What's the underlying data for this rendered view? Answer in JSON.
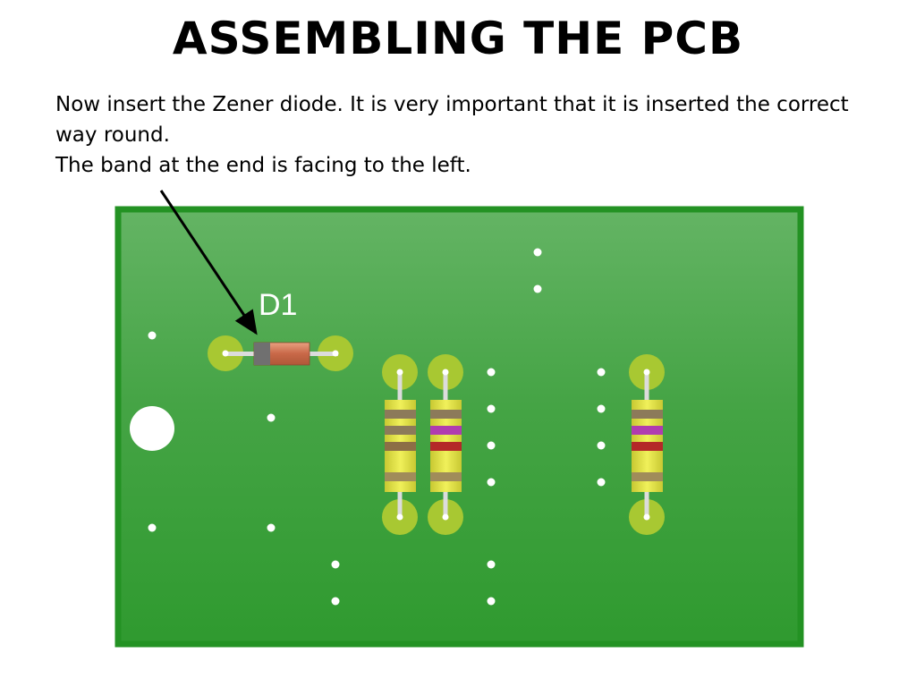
{
  "slide": {
    "title": "ASSEMBLING THE PCB",
    "instructions": [
      "Now insert the Zener diode. It is very important that it is inserted the correct way round.",
      "The band at the end is facing to the left."
    ]
  },
  "board": {
    "component_label": "D1",
    "colors": {
      "board_green": "#3aa83a",
      "board_border": "#1f8f1f",
      "pad_yellow_green": "#a8c832",
      "resistor_body": "#e6e642",
      "diode_body": "#d2785a",
      "diode_band": "#707070",
      "band_purple": "#b03cb0",
      "band_red": "#b42828",
      "band_brown": "#8c6e46",
      "arrow": "#000000"
    }
  }
}
